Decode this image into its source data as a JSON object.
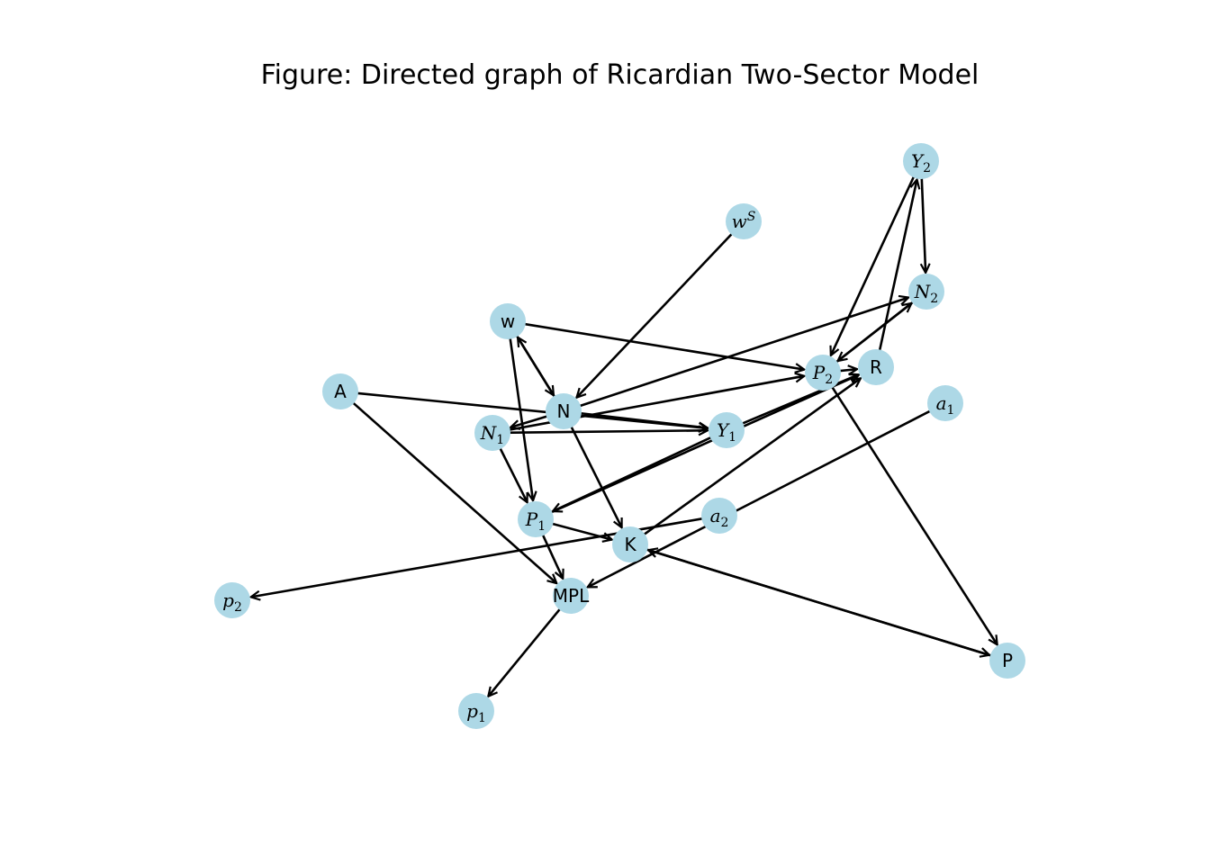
{
  "title": "Figure: Directed graph of Ricardian Two-Sector Model",
  "colors": {
    "node_fill": "#add8e6",
    "edge": "#000000",
    "text": "#000000"
  },
  "nodes": [
    {
      "id": "Y2",
      "base": "Y",
      "sub": "2",
      "sup": "",
      "math": true
    },
    {
      "id": "ws",
      "base": "w",
      "sub": "",
      "sup": "S",
      "math": true
    },
    {
      "id": "N2",
      "base": "N",
      "sub": "2",
      "sup": "",
      "math": true
    },
    {
      "id": "w",
      "base": "w",
      "sub": "",
      "sup": "",
      "math": false
    },
    {
      "id": "P2",
      "base": "P",
      "sub": "2",
      "sup": "",
      "math": true
    },
    {
      "id": "R",
      "base": "R",
      "sub": "",
      "sup": "",
      "math": false
    },
    {
      "id": "A",
      "base": "A",
      "sub": "",
      "sup": "",
      "math": false
    },
    {
      "id": "a1",
      "base": "a",
      "sub": "1",
      "sup": "",
      "math": true
    },
    {
      "id": "N",
      "base": "N",
      "sub": "",
      "sup": "",
      "math": false
    },
    {
      "id": "N1",
      "base": "N",
      "sub": "1",
      "sup": "",
      "math": true
    },
    {
      "id": "Y1",
      "base": "Y",
      "sub": "1",
      "sup": "",
      "math": true
    },
    {
      "id": "a2",
      "base": "a",
      "sub": "2",
      "sup": "",
      "math": true
    },
    {
      "id": "P1",
      "base": "P",
      "sub": "1",
      "sup": "",
      "math": true
    },
    {
      "id": "K",
      "base": "K",
      "sub": "",
      "sup": "",
      "math": false
    },
    {
      "id": "MPL",
      "base": "MPL",
      "sub": "",
      "sup": "",
      "math": false
    },
    {
      "id": "p2",
      "base": "p",
      "sub": "2",
      "sup": "",
      "math": true
    },
    {
      "id": "P",
      "base": "P",
      "sub": "",
      "sup": "",
      "math": false
    },
    {
      "id": "p1",
      "base": "p",
      "sub": "1",
      "sup": "",
      "math": true
    }
  ],
  "edges": [
    {
      "from": "ws",
      "to": "N"
    },
    {
      "from": "w",
      "to": "N"
    },
    {
      "from": "N",
      "to": "w"
    },
    {
      "from": "w",
      "to": "P2"
    },
    {
      "from": "w",
      "to": "P1"
    },
    {
      "from": "A",
      "to": "Y1"
    },
    {
      "from": "A",
      "to": "MPL"
    },
    {
      "from": "N",
      "to": "N1"
    },
    {
      "from": "N",
      "to": "Y1"
    },
    {
      "from": "N",
      "to": "N2"
    },
    {
      "from": "N",
      "to": "K"
    },
    {
      "from": "N1",
      "to": "Y1"
    },
    {
      "from": "N1",
      "to": "P1"
    },
    {
      "from": "N1",
      "to": "P2"
    },
    {
      "from": "Y1",
      "to": "P1"
    },
    {
      "from": "Y1",
      "to": "R"
    },
    {
      "from": "P1",
      "to": "R"
    },
    {
      "from": "P1",
      "to": "MPL"
    },
    {
      "from": "P1",
      "to": "K"
    },
    {
      "from": "Y2",
      "to": "N2"
    },
    {
      "from": "Y2",
      "to": "P2"
    },
    {
      "from": "R",
      "to": "Y2"
    },
    {
      "from": "P2",
      "to": "N2"
    },
    {
      "from": "N2",
      "to": "P2"
    },
    {
      "from": "P2",
      "to": "R"
    },
    {
      "from": "P2",
      "to": "P"
    },
    {
      "from": "K",
      "to": "P"
    },
    {
      "from": "P",
      "to": "K"
    },
    {
      "from": "K",
      "to": "R"
    },
    {
      "from": "a1",
      "to": "MPL"
    },
    {
      "from": "a2",
      "to": "p2"
    },
    {
      "from": "MPL",
      "to": "p1"
    }
  ]
}
